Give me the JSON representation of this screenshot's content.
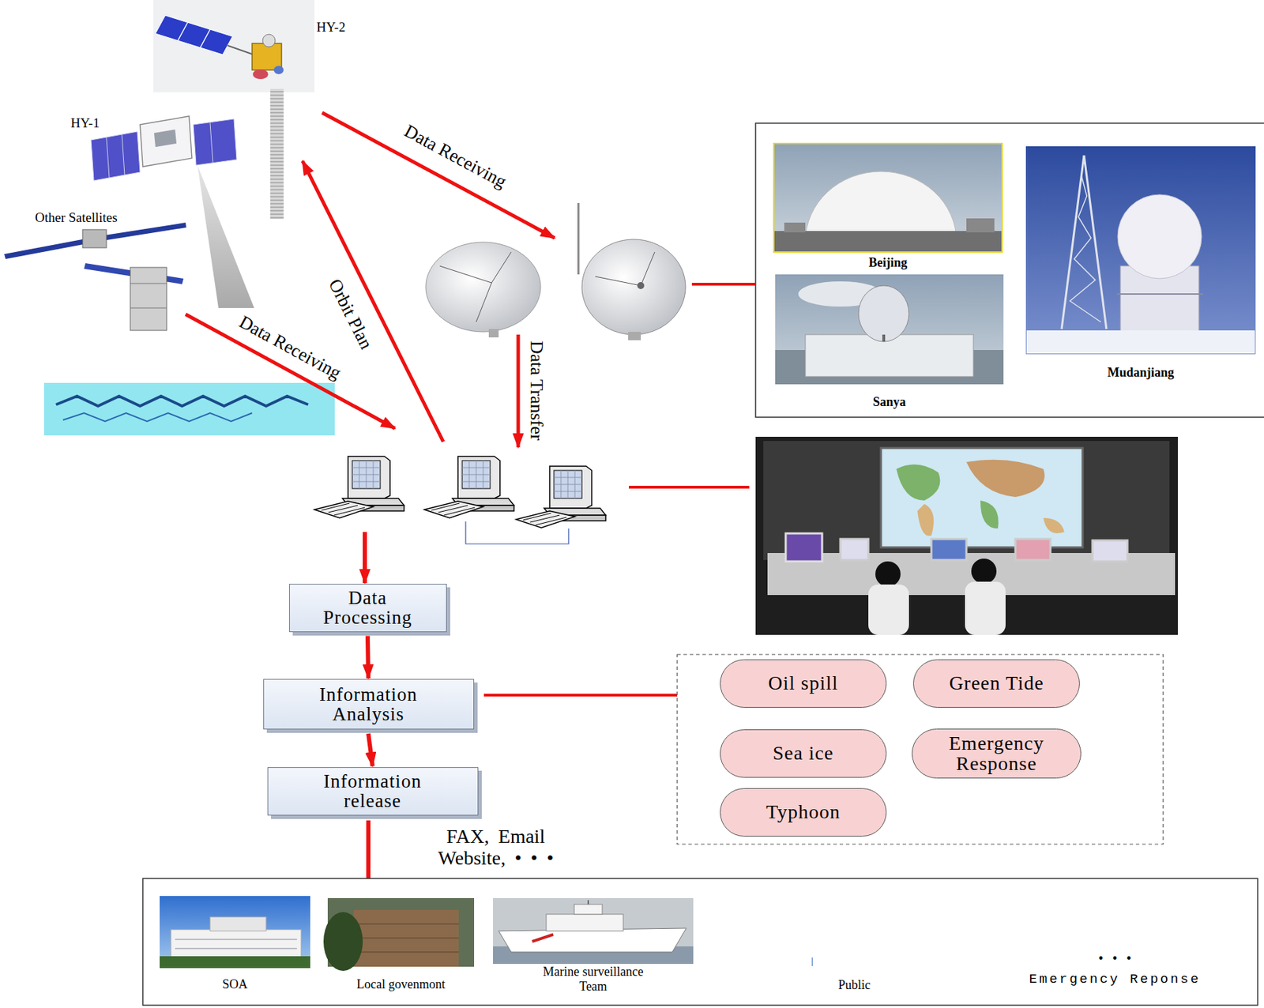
{
  "diagram": {
    "nodes": [
      {
        "text": [
          "HY-2"
        ]
      },
      {
        "text": [
          "HY-1"
        ]
      },
      {
        "text": [
          "Other Satellites"
        ]
      },
      {
        "text": [
          "Beijing"
        ]
      },
      {
        "text": [
          "Sanya"
        ]
      },
      {
        "text": [
          "Mudanjiang"
        ]
      },
      {
        "text": [
          "Data Processing"
        ]
      },
      {
        "text": [
          "Information Analysis"
        ]
      },
      {
        "text": [
          "Information release"
        ]
      },
      {
        "text": [
          "Oil spill"
        ]
      },
      {
        "text": [
          "Green Tide"
        ]
      },
      {
        "text": [
          "Sea ice"
        ]
      },
      {
        "text": [
          "Emergency Response"
        ]
      },
      {
        "text": [
          "Typhoon"
        ]
      },
      {
        "text": [
          "SOA"
        ]
      },
      {
        "text": [
          "Local govenmont"
        ]
      },
      {
        "text": [
          "Marine surveillance Team"
        ]
      },
      {
        "text": [
          "Public"
        ]
      },
      {
        "text": [
          "• • •",
          "Emergency Reponse"
        ]
      }
    ],
    "edges": [
      {
        "from": 6,
        "to": 7,
        "arrow": "to"
      },
      {
        "from": 7,
        "to": 8,
        "arrow": "to"
      }
    ],
    "labels": [
      "Data Receiving",
      "Orbit Plan",
      "Data Receiving",
      "Data Transfer",
      "FAX, Email Website, • • •"
    ]
  }
}
